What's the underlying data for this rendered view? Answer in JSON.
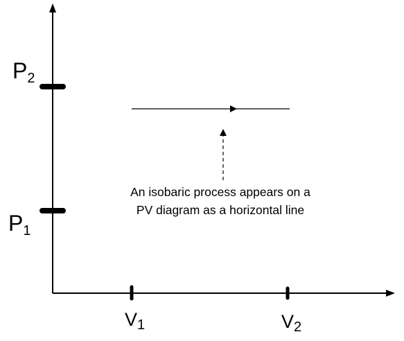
{
  "diagram": {
    "labels": {
      "p2": {
        "main": "P",
        "sub": "2"
      },
      "p1": {
        "main": "P",
        "sub": "1"
      },
      "v1": {
        "main": "V",
        "sub": "1"
      },
      "v2": {
        "main": "V",
        "sub": "2"
      }
    },
    "annotation": {
      "line1": "An isobaric process appears on a",
      "line2": "PV diagram as a horizontal line"
    },
    "colors": {
      "stroke": "#000000",
      "text": "#000000",
      "background": "#ffffff"
    }
  }
}
